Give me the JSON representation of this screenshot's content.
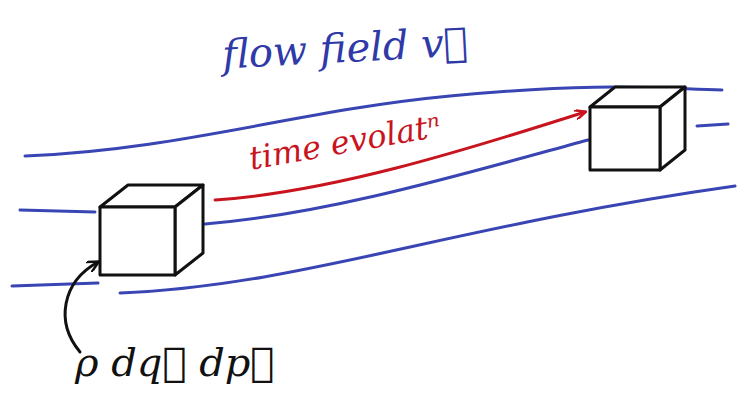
{
  "diagram": {
    "labels": [
      "flow field v⃗",
      "time evolatⁿ",
      "ρ dq⃗ dp⃗"
    ]
  }
}
